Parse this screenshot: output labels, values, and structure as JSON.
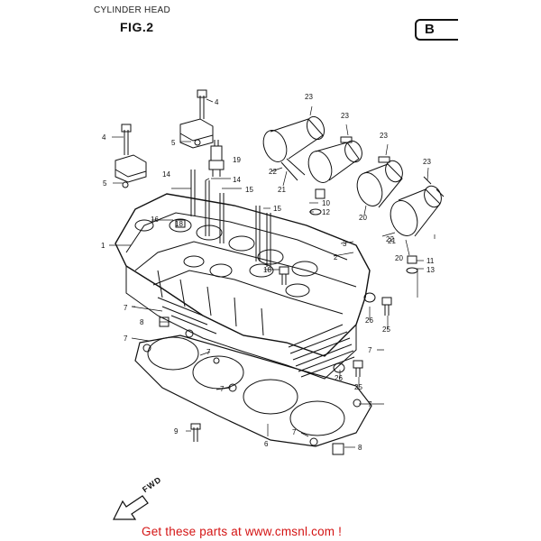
{
  "header": {
    "section_title": "CYLINDER HEAD",
    "figure_label": "FIG.2",
    "variant_letter": "B"
  },
  "callouts": [
    {
      "id": "c1",
      "number": "1"
    },
    {
      "id": "c2",
      "number": "2"
    },
    {
      "id": "c3",
      "number": "3"
    },
    {
      "id": "c4a",
      "number": "4"
    },
    {
      "id": "c4b",
      "number": "4"
    },
    {
      "id": "c5a",
      "number": "5"
    },
    {
      "id": "c5b",
      "number": "5"
    },
    {
      "id": "c6",
      "number": "6"
    },
    {
      "id": "c7a",
      "number": "7"
    },
    {
      "id": "c7b",
      "number": "7"
    },
    {
      "id": "c7c",
      "number": "7"
    },
    {
      "id": "c7d",
      "number": "7"
    },
    {
      "id": "c7e",
      "number": "7"
    },
    {
      "id": "c7f",
      "number": "7"
    },
    {
      "id": "c7g",
      "number": "7"
    },
    {
      "id": "c8a",
      "number": "8"
    },
    {
      "id": "c8b",
      "number": "8"
    },
    {
      "id": "c9",
      "number": "9"
    },
    {
      "id": "c10",
      "number": "10"
    },
    {
      "id": "c11",
      "number": "11"
    },
    {
      "id": "c12",
      "number": "12"
    },
    {
      "id": "c13",
      "number": "13"
    },
    {
      "id": "c14a",
      "number": "14"
    },
    {
      "id": "c14b",
      "number": "14"
    },
    {
      "id": "c15a",
      "number": "15"
    },
    {
      "id": "c15b",
      "number": "15"
    },
    {
      "id": "c16",
      "number": "16"
    },
    {
      "id": "c18",
      "number": "18"
    },
    {
      "id": "c18b",
      "number": "18"
    },
    {
      "id": "c19",
      "number": "19"
    },
    {
      "id": "c20a",
      "number": "20"
    },
    {
      "id": "c20b",
      "number": "20"
    },
    {
      "id": "c21a",
      "number": "21"
    },
    {
      "id": "c21b",
      "number": "21"
    },
    {
      "id": "c22a",
      "number": "22"
    },
    {
      "id": "c22b",
      "number": "22"
    },
    {
      "id": "c23a",
      "number": "23"
    },
    {
      "id": "c23b",
      "number": "23"
    },
    {
      "id": "c23c",
      "number": "23"
    },
    {
      "id": "c23d",
      "number": "23"
    },
    {
      "id": "c25a",
      "number": "25"
    },
    {
      "id": "c25b",
      "number": "25"
    },
    {
      "id": "c26a",
      "number": "26"
    },
    {
      "id": "c26b",
      "number": "26"
    }
  ],
  "direction_label": "FWD",
  "footer_text": "Get these parts at www.cmsnl.com !",
  "colors": {
    "line": "#111111",
    "footer": "#d41414",
    "background": "#ffffff"
  }
}
